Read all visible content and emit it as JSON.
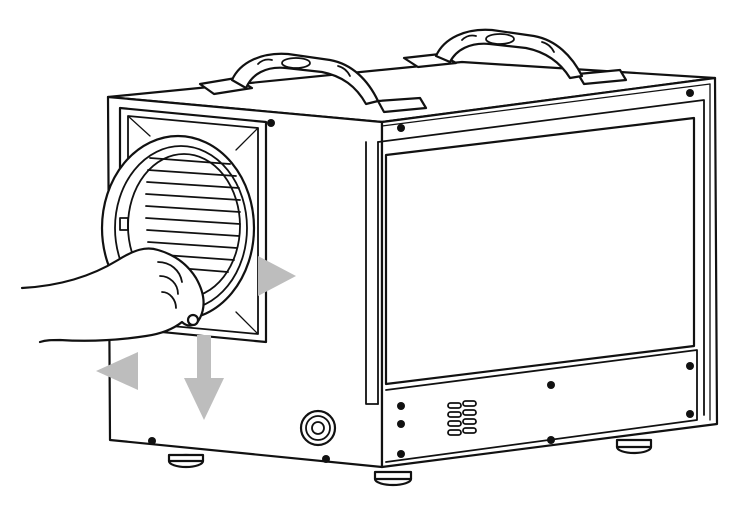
{
  "figure": {
    "subject": "",
    "colors": {
      "line": "#111111",
      "fill": "#ffffff",
      "arrow": "#bdbdbd"
    },
    "arrows": [
      {
        "name": "arrow-right",
        "direction": "right"
      },
      {
        "name": "arrow-left",
        "direction": "left"
      },
      {
        "name": "arrow-down",
        "direction": "down"
      }
    ],
    "icons": [
      "handle-icon",
      "handle-icon",
      "screw-icon",
      "vent-slots-icon",
      "port-icon",
      "foot-icon",
      "hand-icon"
    ]
  }
}
